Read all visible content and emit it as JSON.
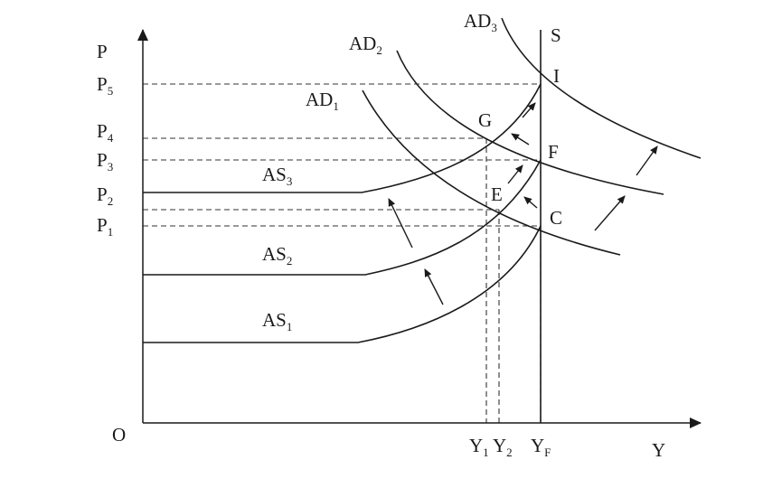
{
  "axes": {
    "y_axis": {
      "main": "P",
      "sub": ""
    },
    "x_axis": {
      "main": "Y",
      "sub": ""
    },
    "origin": {
      "main": "O",
      "sub": ""
    }
  },
  "price_levels": [
    {
      "main": "P",
      "sub": "5"
    },
    {
      "main": "P",
      "sub": "4"
    },
    {
      "main": "P",
      "sub": "3"
    },
    {
      "main": "P",
      "sub": "2"
    },
    {
      "main": "P",
      "sub": "1"
    }
  ],
  "output_levels": [
    {
      "main": "Y",
      "sub": "1"
    },
    {
      "main": "Y",
      "sub": "2"
    },
    {
      "main": "Y",
      "sub": "F"
    }
  ],
  "curves": {
    "ad1": {
      "main": "AD",
      "sub": "1"
    },
    "ad2": {
      "main": "AD",
      "sub": "2"
    },
    "ad3": {
      "main": "AD",
      "sub": "3"
    },
    "as1": {
      "main": "AS",
      "sub": "1"
    },
    "as2": {
      "main": "AS",
      "sub": "2"
    },
    "as3": {
      "main": "AS",
      "sub": "3"
    },
    "s": {
      "main": "S",
      "sub": ""
    }
  },
  "points": {
    "c": {
      "main": "C",
      "sub": ""
    },
    "e": {
      "main": "E",
      "sub": ""
    },
    "f": {
      "main": "F",
      "sub": ""
    },
    "g": {
      "main": "G",
      "sub": ""
    },
    "i": {
      "main": "I",
      "sub": ""
    }
  }
}
